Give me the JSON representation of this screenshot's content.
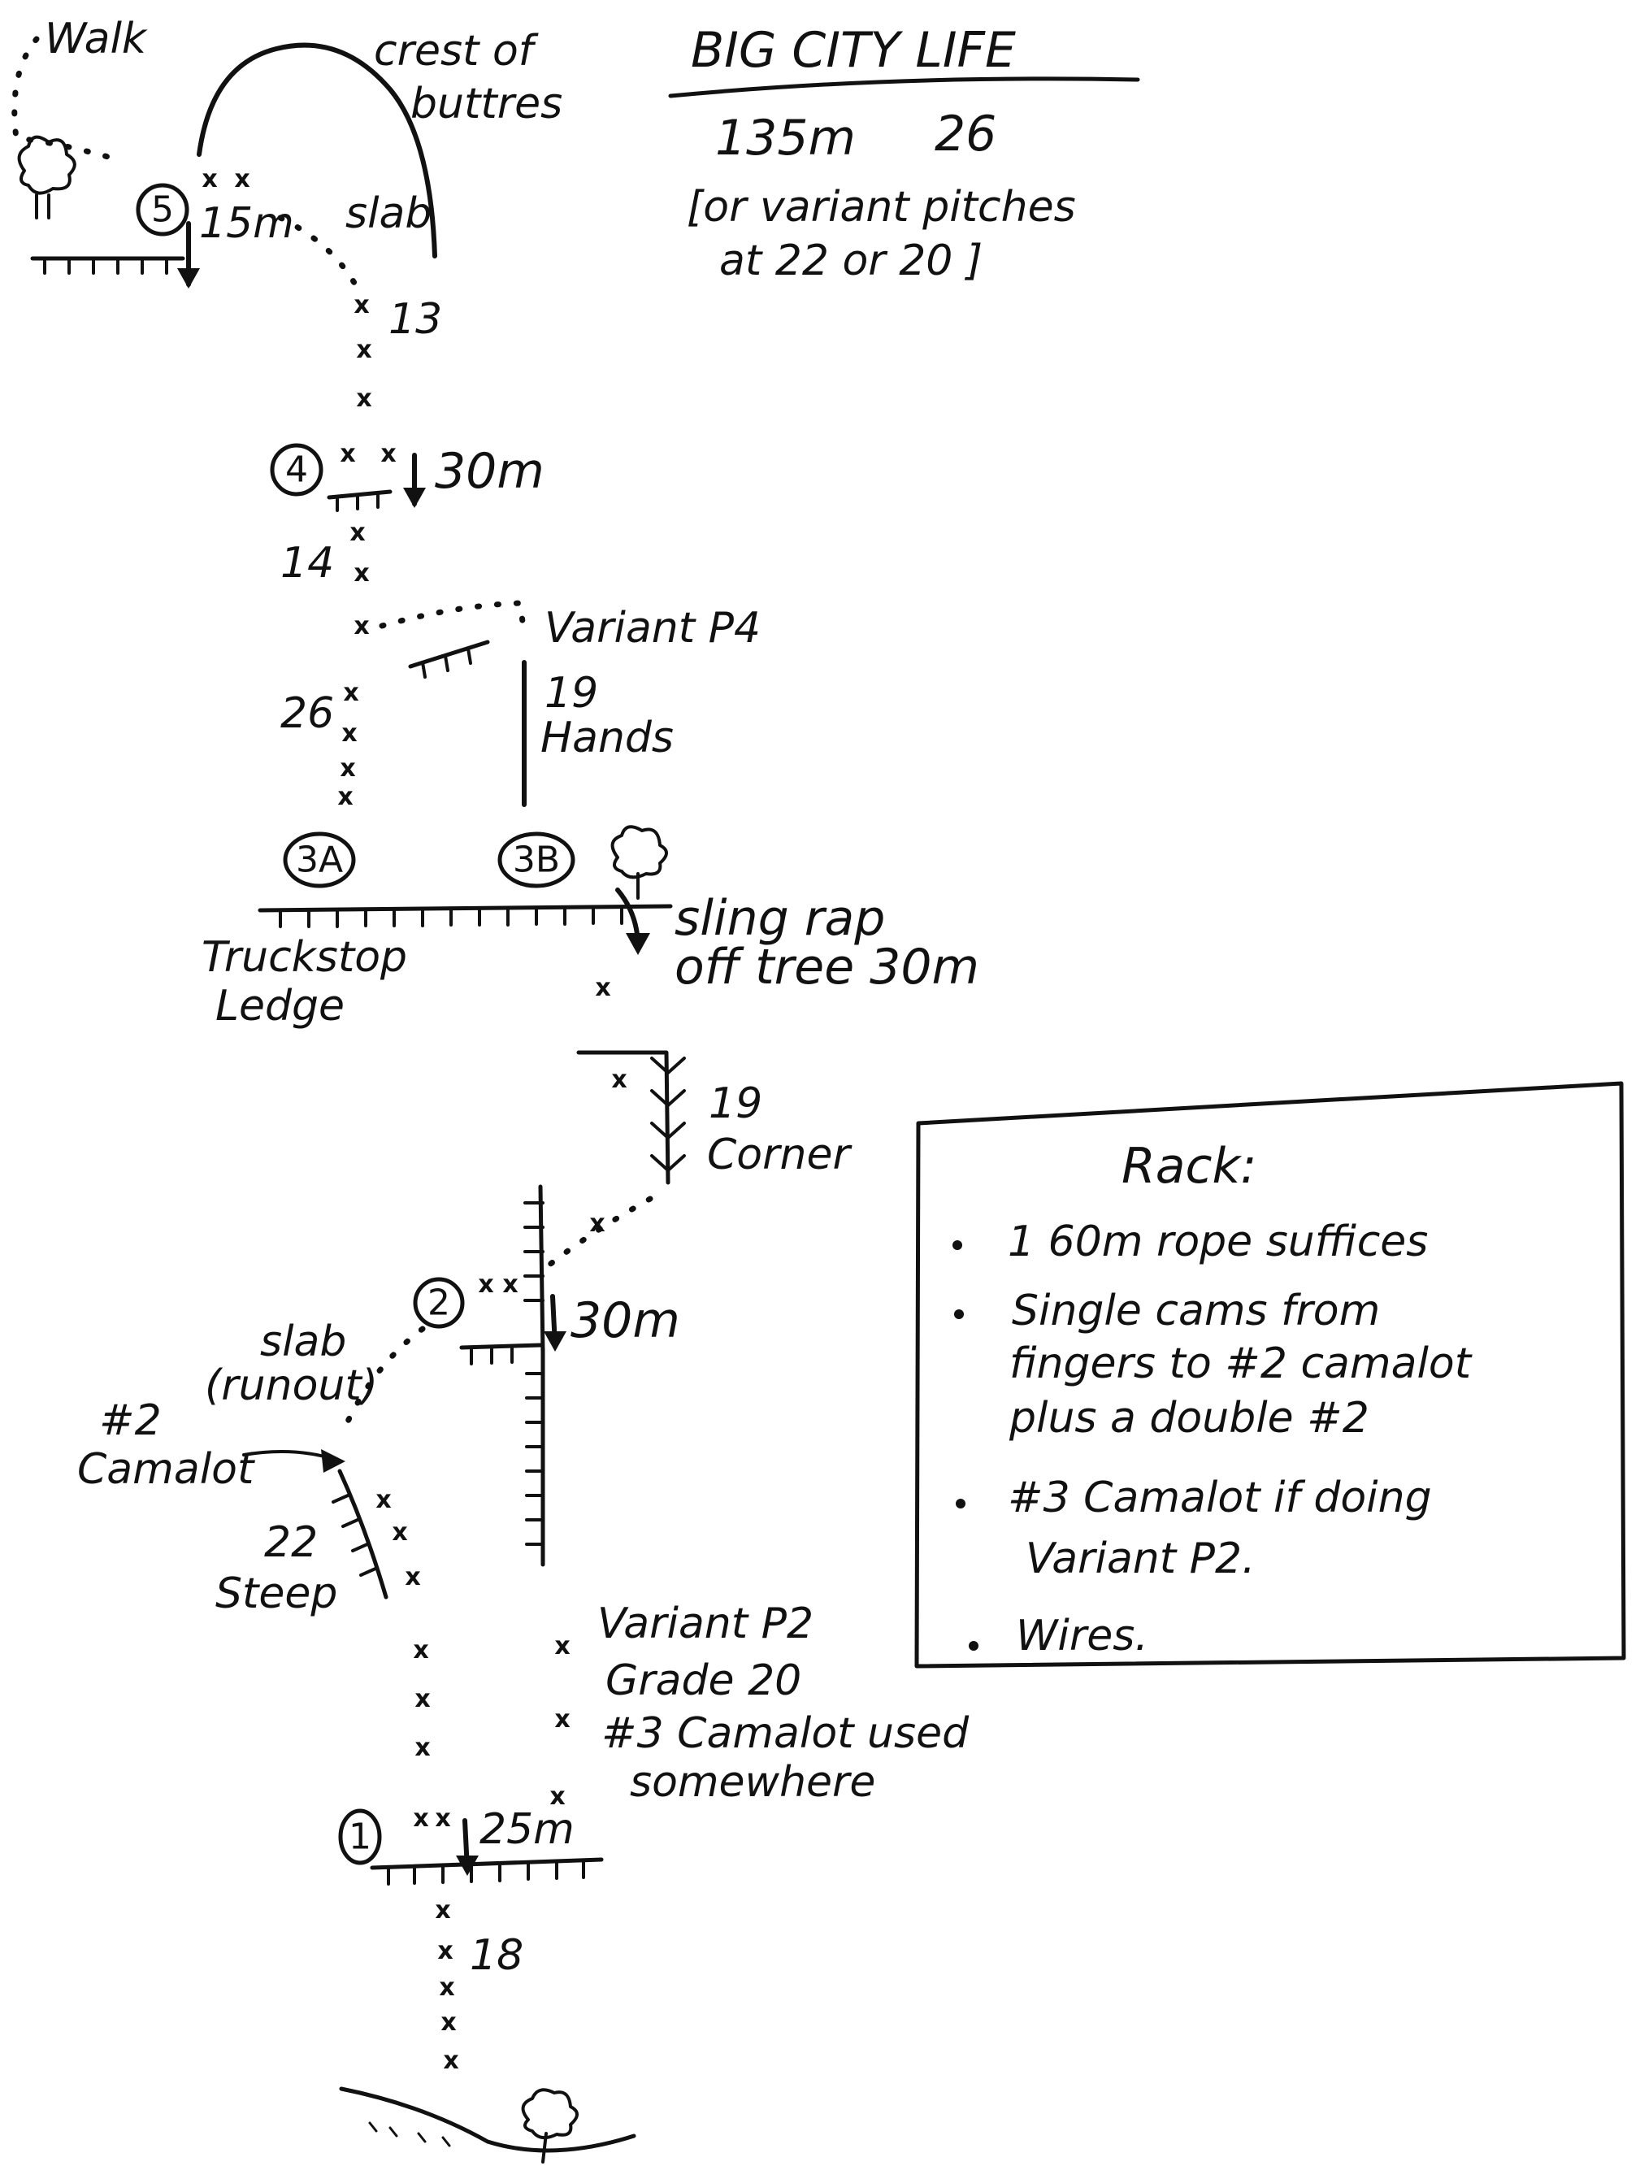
{
  "title": "BIG CITY LIFE",
  "stats": {
    "length": "135m",
    "grade": "26"
  },
  "variant_note": [
    "[or variant pitches",
    "at 22 or 20 ]"
  ],
  "labels": {
    "walk": "Walk",
    "crest": [
      "crest of",
      "buttres"
    ],
    "slab_top": "slab",
    "p5_len": "15m",
    "p4_grade": "13",
    "p4_rap": "30m",
    "p3_grade": "14",
    "variant_p4": "Variant P4",
    "p3a_grade": "26",
    "p3b_grade": "19",
    "p3b_desc": "Hands",
    "ledge": [
      "Truckstop",
      "Ledge"
    ],
    "sling_rap": [
      "sling rap",
      "off tree 30m"
    ],
    "corner_grade": "19",
    "corner_desc": "Corner",
    "slab_runout": [
      "slab",
      "(runout)"
    ],
    "p2_rap": "30m",
    "camalot_note": [
      "#2",
      "Camalot"
    ],
    "steep_grade": "22",
    "steep_desc": "Steep",
    "variant_p2": [
      "Variant P2",
      "Grade 20",
      "#3 Camalot used",
      "somewhere"
    ],
    "p1_rap": "25m",
    "p1_grade": "18"
  },
  "belays": [
    "5",
    "4",
    "3A",
    "3B",
    "2",
    "1"
  ],
  "bolt_mark": "x",
  "rack": {
    "heading": "Rack:",
    "items": [
      [
        "1 60m rope suffices"
      ],
      [
        "Single cams from",
        "fingers to #2 camalot",
        "plus a double #2"
      ],
      [
        "#3 Camalot if doing",
        "Variant P2."
      ],
      [
        "Wires."
      ]
    ]
  },
  "icons": [
    "tree-icon",
    "rap-arrow-icon",
    "belay-circle-icon",
    "bolt-icon"
  ]
}
